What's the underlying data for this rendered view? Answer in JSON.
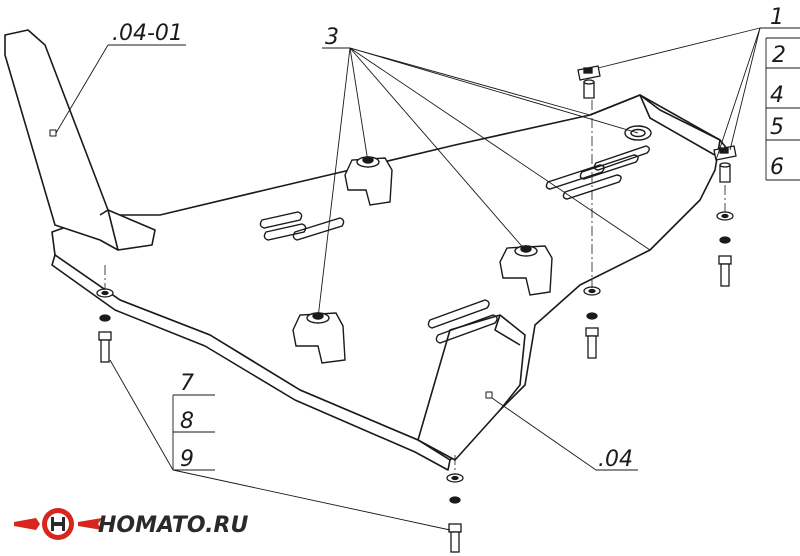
{
  "diagram": {
    "callouts": {
      "c1": "1",
      "c2": "2",
      "c4": "4",
      "c5": "5",
      "c6": "6",
      "c3": "3",
      "c7": "7",
      "c8": "8",
      "c9": "9",
      "part_left": ".04-01",
      "part_right": ".04"
    }
  },
  "logo": {
    "text": "HOMATO.RU",
    "colors": {
      "red": "#d7261e",
      "dark": "#2a2a2a"
    }
  },
  "colors": {
    "line": "#1a1a1a",
    "paper": "#ffffff"
  }
}
